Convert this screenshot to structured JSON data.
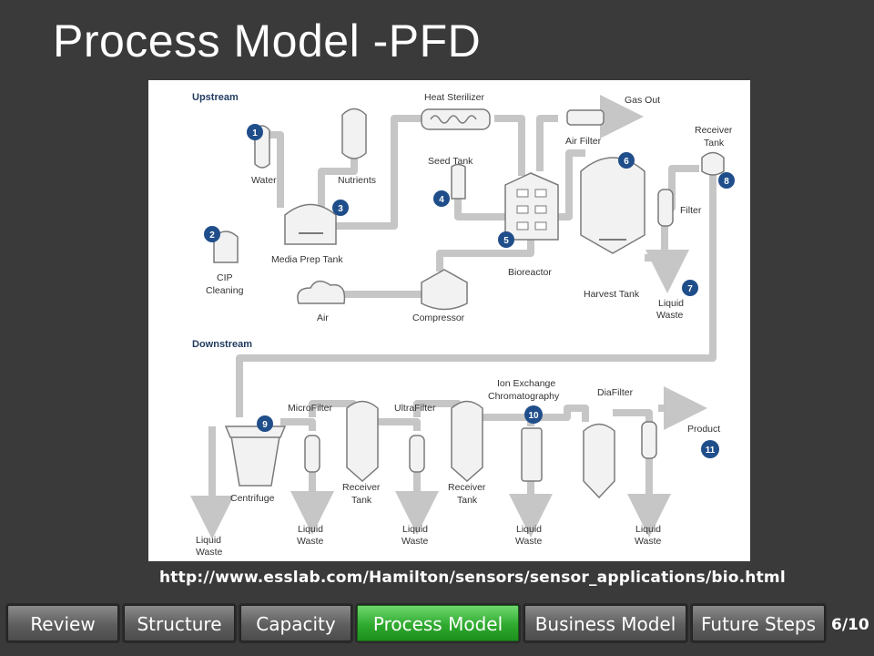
{
  "slide": {
    "title": "Process Model -PFD",
    "page": "6/10"
  },
  "source_url": "http://www.esslab.com/Hamilton/sensors/sensor_applications/bio.html",
  "nav": {
    "tabs": [
      {
        "label": "Review",
        "active": false
      },
      {
        "label": "Structure",
        "active": false
      },
      {
        "label": "Capacity",
        "active": false
      },
      {
        "label": "Process Model",
        "active": true
      },
      {
        "label": "Business Model",
        "active": false
      },
      {
        "label": "Future Steps",
        "active": false
      }
    ]
  },
  "diagram": {
    "upstream_label": "Upstream",
    "downstream_label": "Downstream",
    "labels": {
      "water": "Water",
      "nutrients": "Nutrients",
      "media_prep_tank": "Media Prep Tank",
      "cip": "CIP",
      "cleaning": "Cleaning",
      "air": "Air",
      "compressor": "Compressor",
      "heat_sterilizer": "Heat Sterilizer",
      "seed_tank": "Seed Tank",
      "bioreactor": "Bioreactor",
      "air_filter": "Air Filter",
      "gas_out": "Gas Out",
      "harvest_tank": "Harvest Tank",
      "receiver": "Receiver",
      "tank": "Tank",
      "filter": "Filter",
      "liquid": "Liquid",
      "waste": "Waste",
      "centrifuge": "Centrifuge",
      "microfilter": "MicroFilter",
      "ultrafilter": "UltraFilter",
      "ion_exchange": "Ion Exchange",
      "chromatography": "Chromatography",
      "diafilter": "DiaFilter",
      "product": "Product"
    },
    "step_numbers": [
      "1",
      "2",
      "3",
      "4",
      "5",
      "6",
      "7",
      "8",
      "9",
      "10",
      "11"
    ]
  }
}
